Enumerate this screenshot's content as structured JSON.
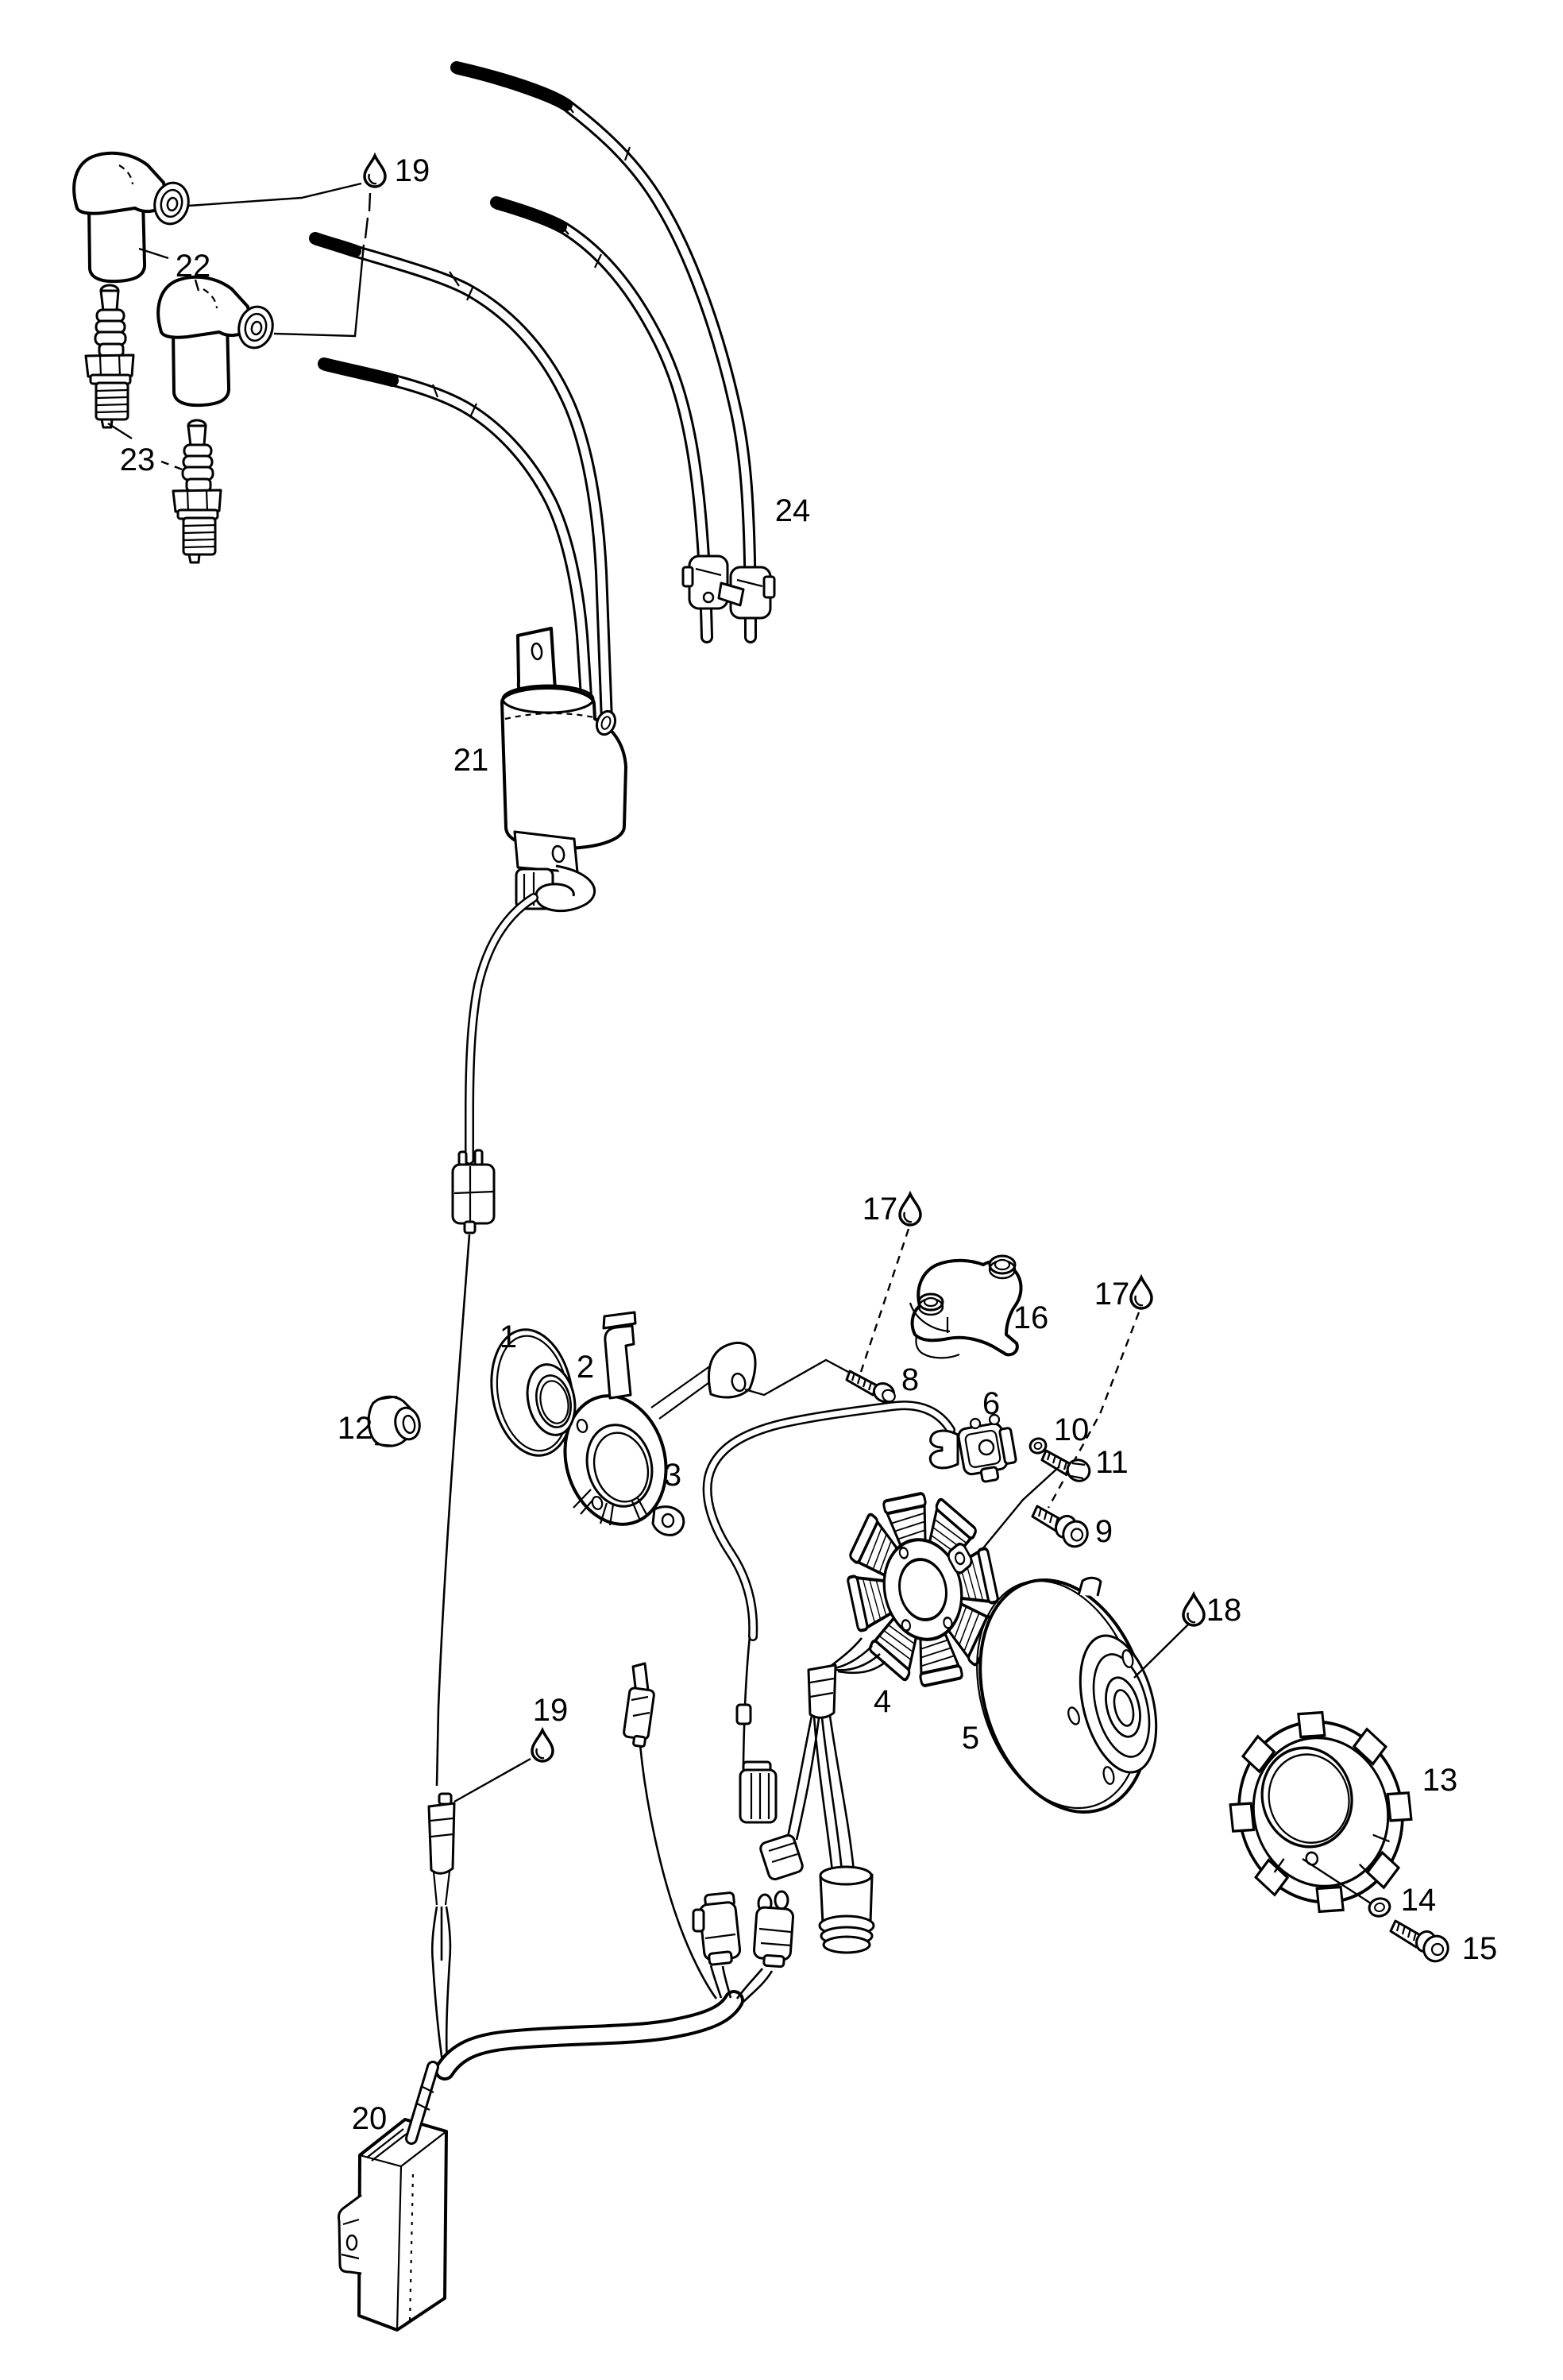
{
  "figure": {
    "background": "#ffffff",
    "line_color": "#000000",
    "callouts": {
      "c1": "1",
      "c2": "2",
      "c3": "3",
      "c4": "4",
      "c5": "5",
      "c6": "6",
      "c8": "8",
      "c9": "9",
      "c10": "10",
      "c11": "11",
      "c12": "12",
      "c13": "13",
      "c14": "14",
      "c15": "15",
      "c16": "16",
      "c17a": "17",
      "c17b": "17",
      "c18": "18",
      "c19a": "19",
      "c19b": "19",
      "c20": "20",
      "c21": "21",
      "c22": "22",
      "c23": "23",
      "c24": "24"
    }
  }
}
